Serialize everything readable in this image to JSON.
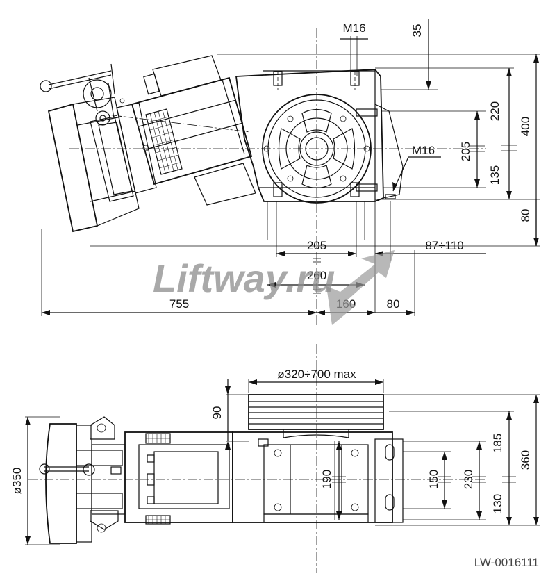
{
  "top_view": {
    "dims": {
      "m16_top": "M16",
      "d35": "35",
      "d220": "220",
      "d400": "400",
      "d205_v": "205",
      "d135": "135",
      "m16_side": "M16",
      "d80_v": "80",
      "d205_h": "205",
      "d260": "260",
      "d87_110": "87÷110",
      "d755": "755",
      "d160": "160",
      "d80_h": "80"
    }
  },
  "bottom_view": {
    "dims": {
      "sheave_dia": "ø320÷700 max",
      "d90": "90",
      "d350": "ø350",
      "d190": "190",
      "d150": "150",
      "d230": "230",
      "d185": "185",
      "d360": "360",
      "d130": "130"
    }
  },
  "watermark": {
    "text": "Liftway.ru"
  },
  "code": "LW-0016111"
}
